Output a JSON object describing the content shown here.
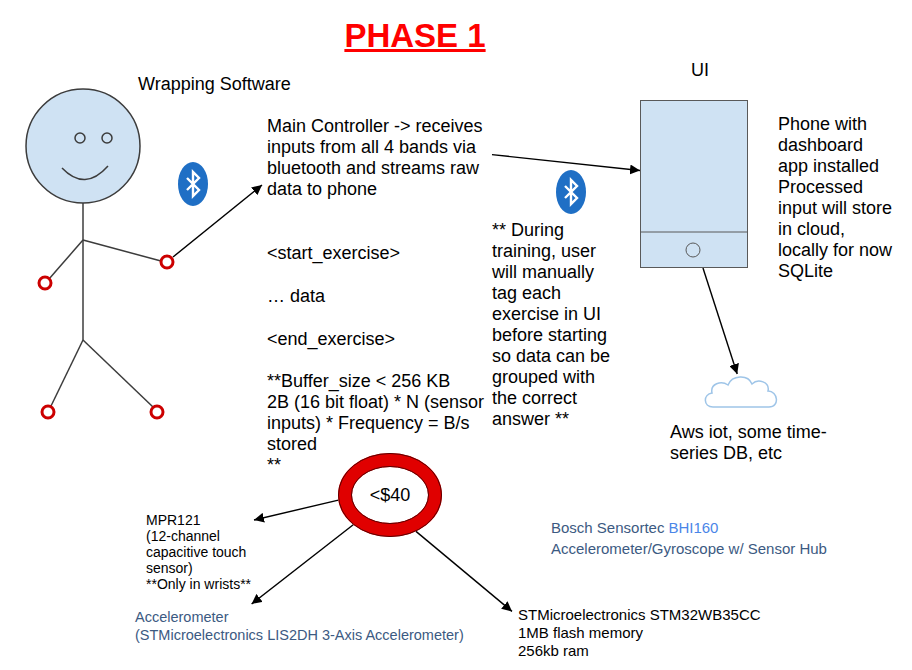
{
  "diagram": {
    "title": "PHASE 1",
    "nodes": [
      {
        "text": [
          "Main Controller -> receives inputs from all 4 bands via bluetooth and streams raw data to phone"
        ]
      },
      {
        "text": [
          "UI"
        ]
      },
      {
        "text": [
          "Aws iot, some time-series DB, etc"
        ]
      },
      {
        "text": [
          "<$40"
        ]
      },
      {
        "text": [
          "MPR121",
          "(12-channel capacitive touch sensor)",
          "**Only in wrists**"
        ]
      },
      {
        "text": [
          "Accelerometer",
          "(STMicroelectronics LIS2DH 3-Axis Accelerometer)"
        ]
      },
      {
        "text": [
          "STMicroelectronics STM32WB35CC",
          "1MB flash memory",
          "256kb ram"
        ]
      }
    ],
    "edges": [
      {
        "from": 0,
        "to": 1,
        "arrow": "to"
      },
      {
        "from": 1,
        "to": 2,
        "arrow": "to"
      },
      {
        "from": 3,
        "to": 4,
        "arrow": "to"
      },
      {
        "from": 3,
        "to": 5,
        "arrow": "to"
      },
      {
        "from": 3,
        "to": 6,
        "arrow": "to"
      }
    ],
    "labels": [
      "Wrapping Software",
      "<start_exercise>",
      "… data",
      "<end_exercise>",
      "**Buffer_size < 256 KB",
      "2B (16 bit float) * N (sensor inputs) * Frequency = B/s stored",
      "**",
      "** During training, user will manually tag each exercise in UI before starting so data can be grouped with the correct answer **",
      "Phone with dashboard app installed Processed input will store in cloud, locally for now SQLite",
      "Bosch Sensortec",
      "BHI160",
      "Accelerometer/Gyroscope w/ Sensor Hub"
    ]
  }
}
